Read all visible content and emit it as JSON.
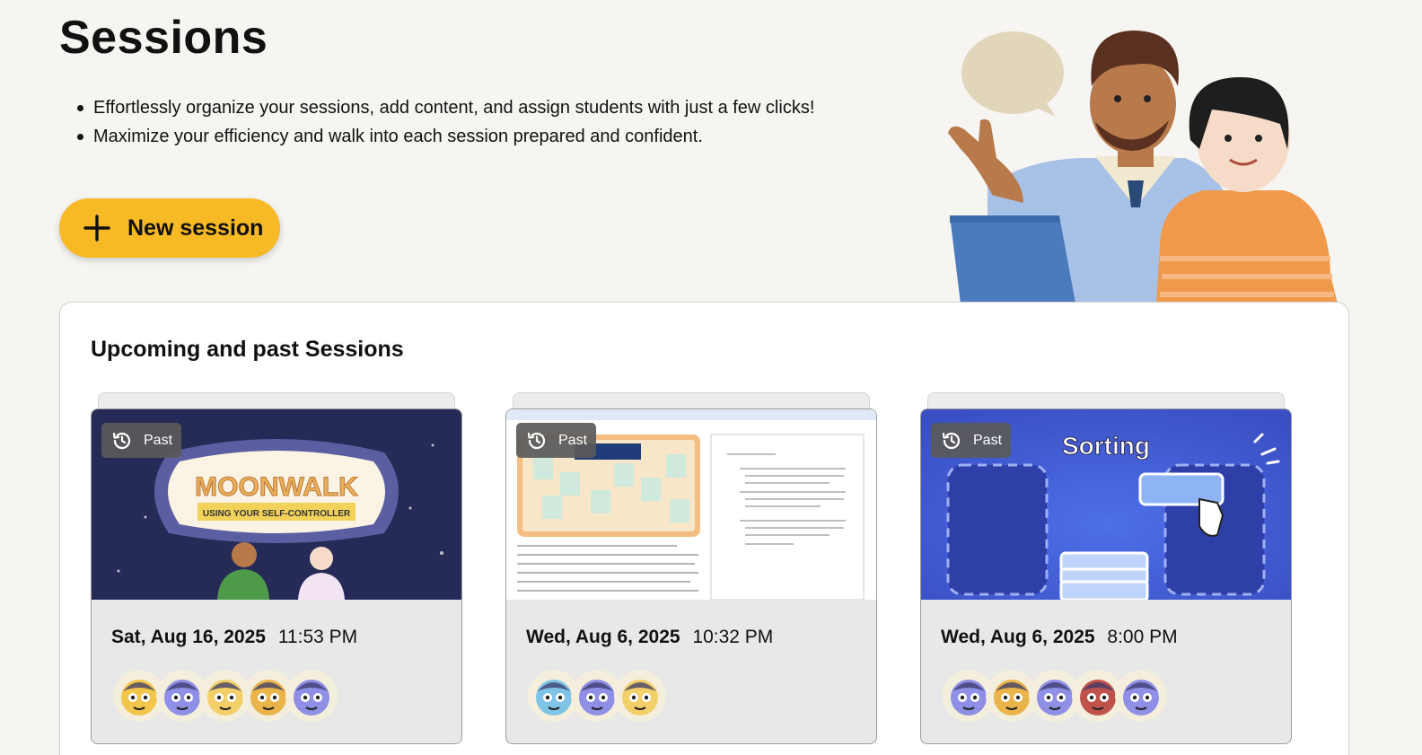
{
  "page": {
    "title": "Sessions",
    "bullets": [
      "Effortlessly organize your sessions, add content, and assign students with just a few clicks!",
      "Maximize your efficiency and walk into each session prepared and confident."
    ],
    "new_session_label": "New session"
  },
  "panel": {
    "heading": "Upcoming and past Sessions"
  },
  "sessions": [
    {
      "badge": "Past",
      "date": "Sat, Aug 16, 2025",
      "time": "11:53 PM",
      "thumbnail_title": "MOONWALK",
      "thumbnail_subtitle": "USING YOUR SELF-CONTROLLER",
      "avatars": [
        "#f2c64a",
        "#8f8fe6",
        "#f3cf6a",
        "#e9b44a",
        "#8f8fe6"
      ]
    },
    {
      "badge": "Past",
      "date": "Wed, Aug 6, 2025",
      "time": "10:32 PM",
      "avatars": [
        "#7fc3e6",
        "#8f8fe6",
        "#f3cf6a"
      ]
    },
    {
      "badge": "Past",
      "date": "Wed, Aug 6, 2025",
      "time": "8:00 PM",
      "thumbnail_title": "Sorting",
      "avatars": [
        "#8f8fe6",
        "#e9b44a",
        "#8f8fe6",
        "#c0524c",
        "#8f8fe6"
      ]
    }
  ],
  "colors": {
    "accent": "#f7b924",
    "background": "#f6f5f2",
    "badge": "#5a5a5a",
    "card": "#e8e8e8"
  },
  "icons": {
    "new_session": "plus-icon",
    "badge": "history-icon"
  }
}
